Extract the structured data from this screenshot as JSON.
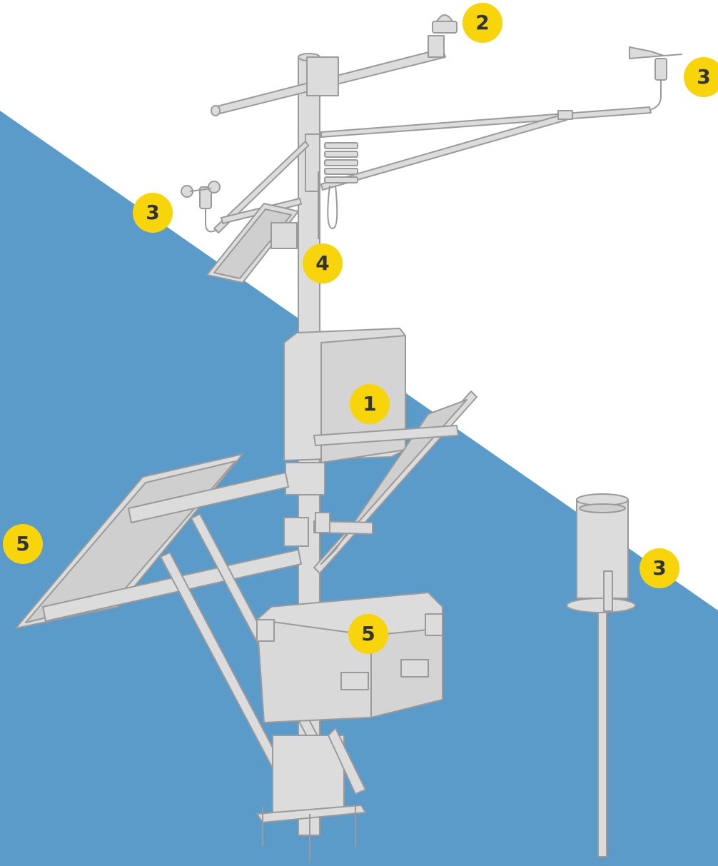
{
  "colors": {
    "background_blue": "#5b9bc9",
    "background_white": "#ffffff",
    "equipment_fill": "#dcdcdc",
    "equipment_stroke": "#9a9a9a",
    "callout_fill": "#f8d40a",
    "callout_text": "#333333"
  },
  "callouts": {
    "data_logger": "1",
    "solar_radiation_sensor": "2",
    "wind_vane": "3",
    "anemometer": "3",
    "rain_gauge": "3",
    "sensor_cable": "4",
    "solar_panels": "5",
    "battery_boxes": "5"
  }
}
